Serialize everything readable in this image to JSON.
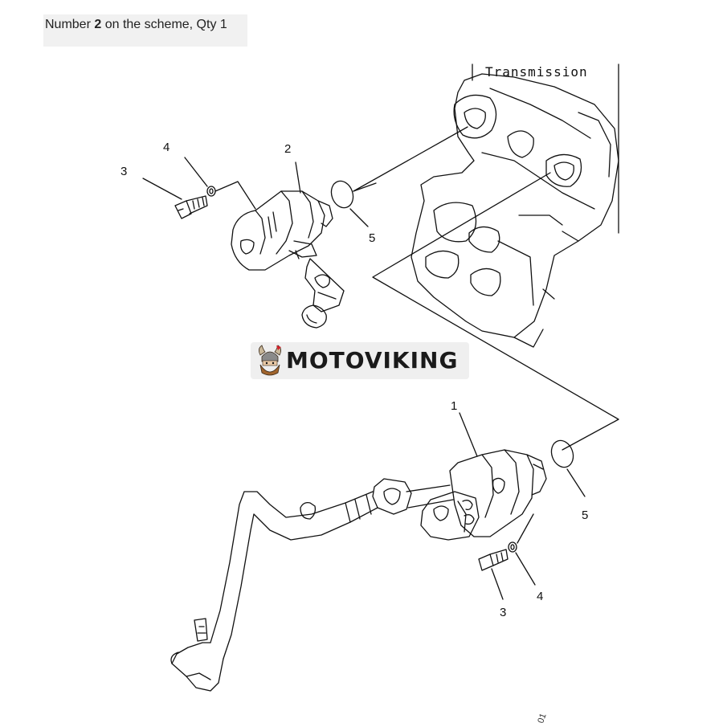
{
  "header": {
    "prefix": "Number ",
    "number": "2",
    "suffix": " on the scheme, Qty 1"
  },
  "diagram": {
    "transmission_label": "Transmission",
    "callouts": {
      "upper_pump": "2",
      "upper_washer": "4",
      "upper_bolt": "3",
      "upper_oring": "5",
      "lower_pump": "1",
      "lower_oring": "5",
      "lower_washer": "4",
      "lower_bolt": "3"
    },
    "corner_mark": "01"
  },
  "watermark": {
    "brand": "MOTOVIKING"
  }
}
